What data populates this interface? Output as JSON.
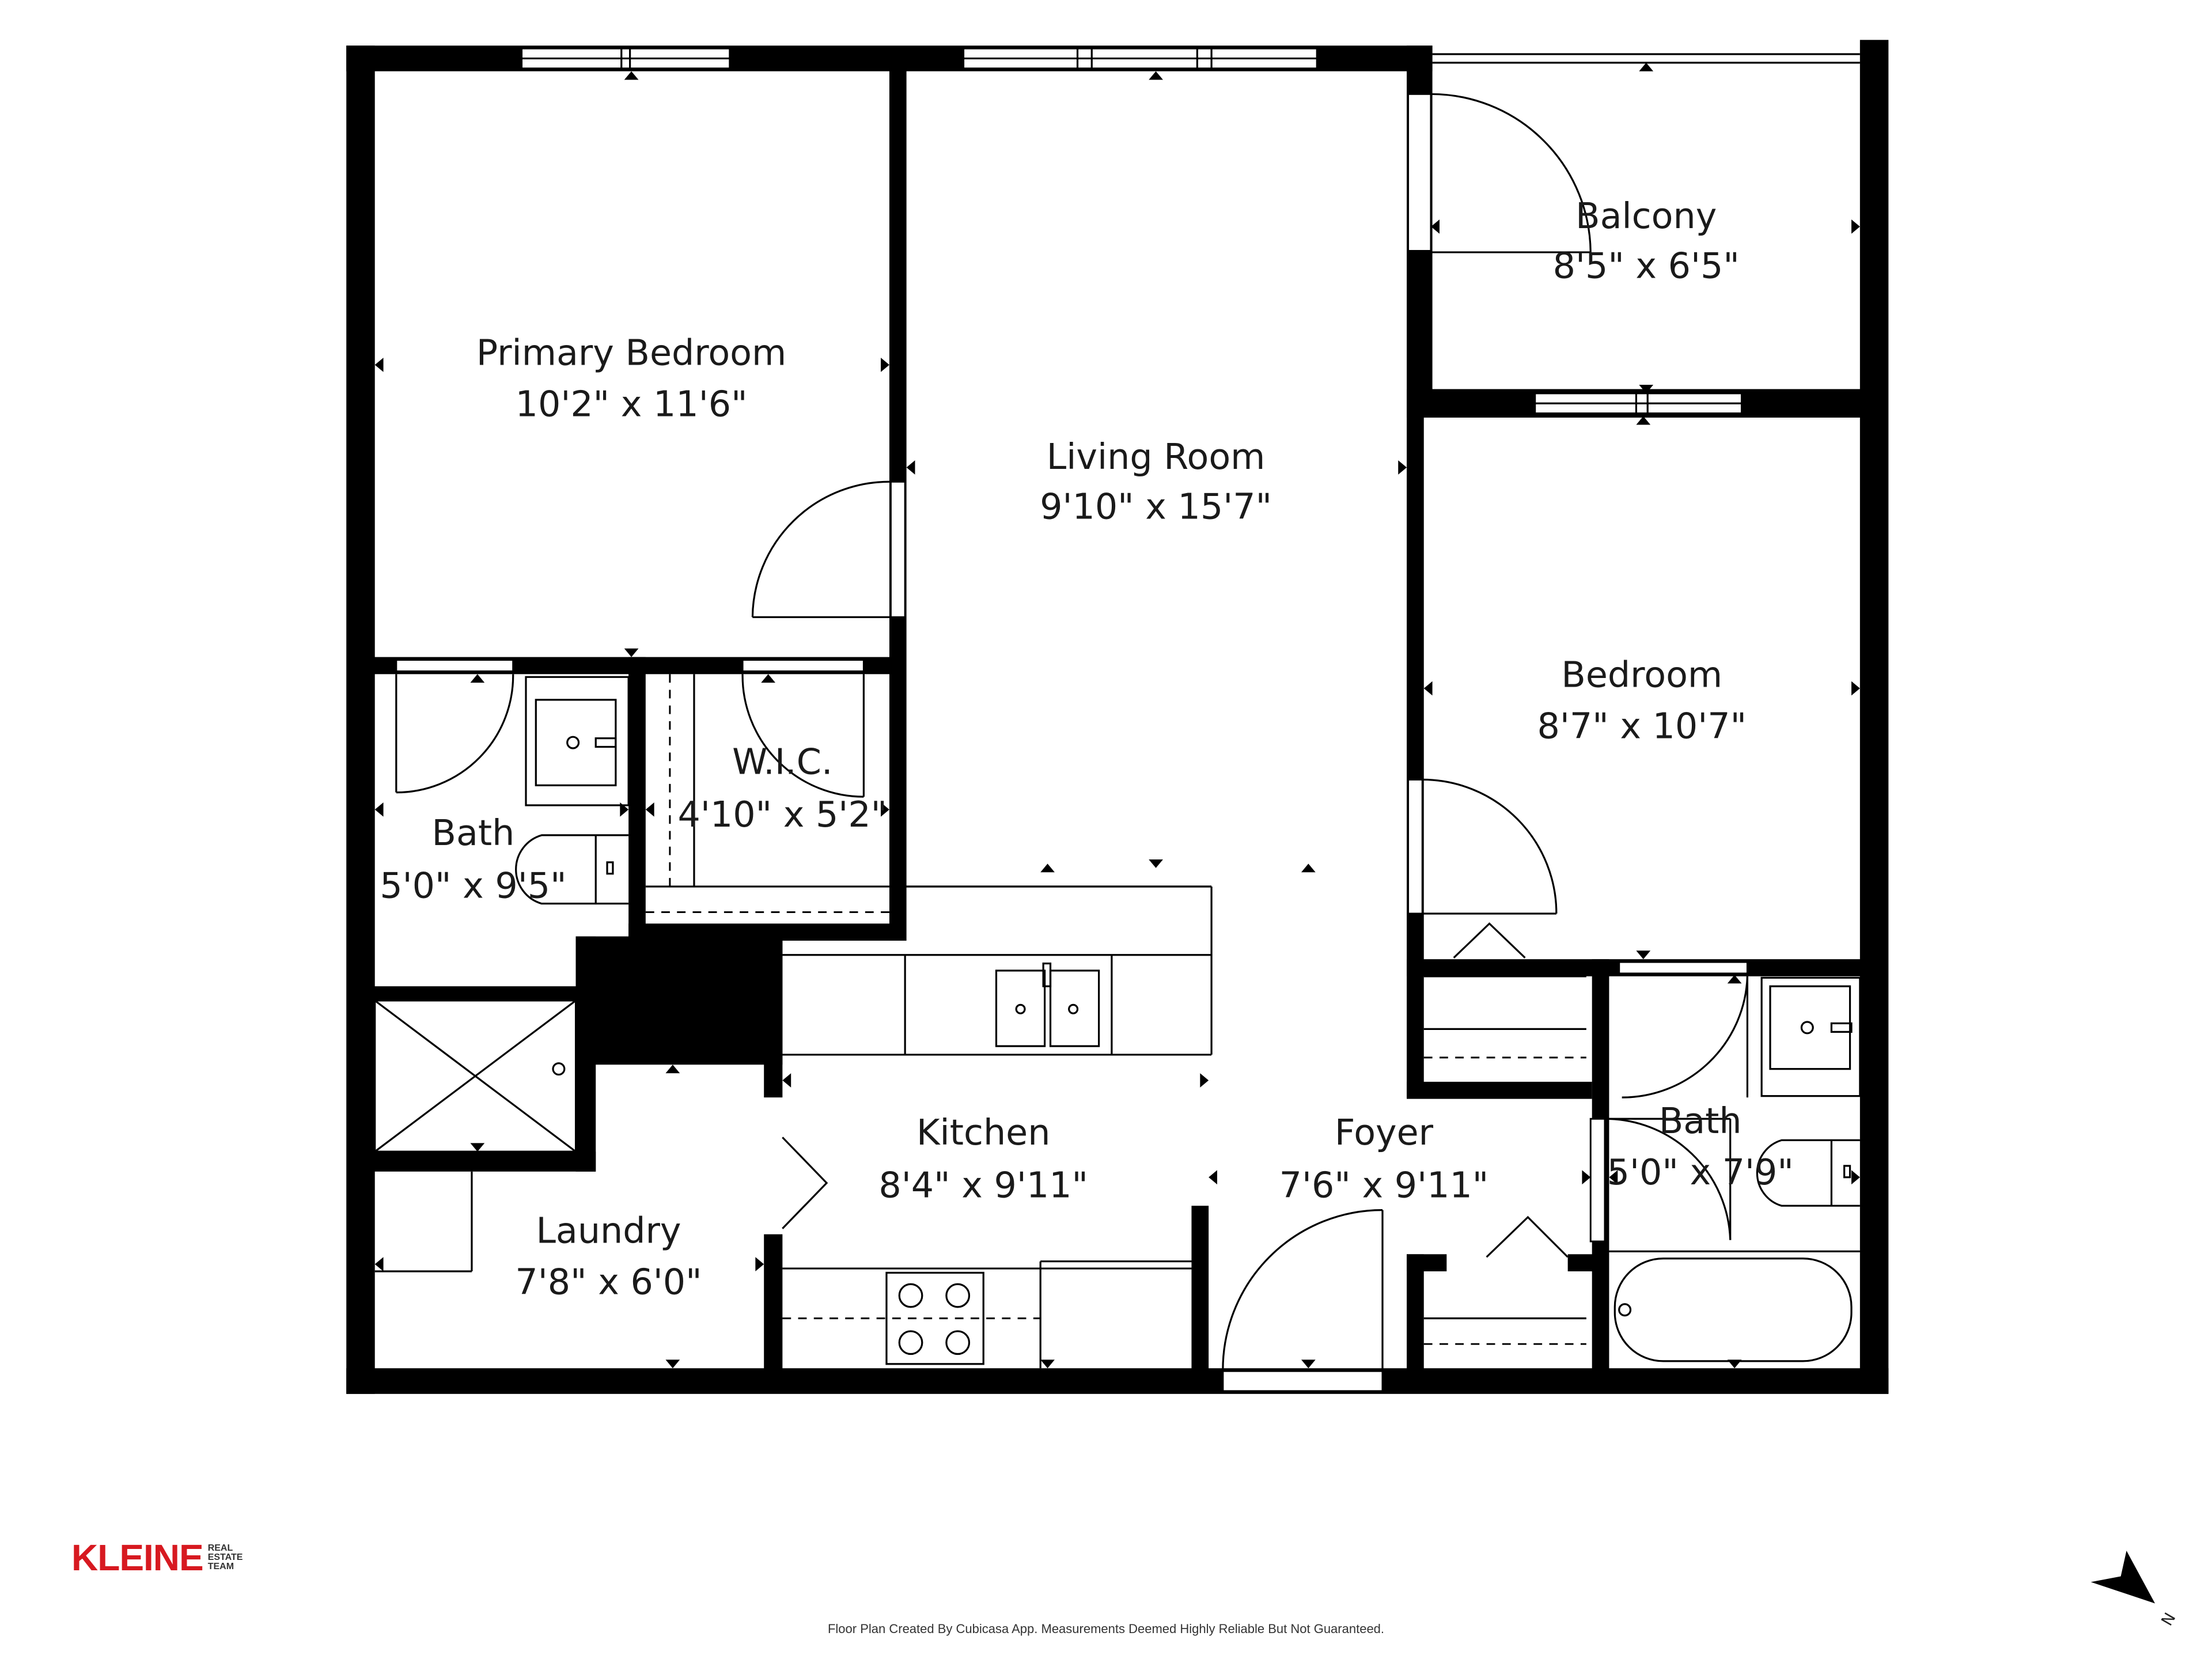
{
  "rooms": {
    "primary_bedroom": {
      "name": "Primary Bedroom",
      "size": "10'2\" x 11'6\""
    },
    "living_room": {
      "name": "Living Room",
      "size": "9'10\" x 15'7\""
    },
    "balcony": {
      "name": "Balcony",
      "size": "8'5\" x 6'5\""
    },
    "bedroom": {
      "name": "Bedroom",
      "size": "8'7\" x 10'7\""
    },
    "bath_1": {
      "name": "Bath",
      "size": "5'0\" x 9'5\""
    },
    "wic": {
      "name": "W.I.C.",
      "size": "4'10\" x 5'2\""
    },
    "kitchen": {
      "name": "Kitchen",
      "size": "8'4\" x 9'11\""
    },
    "foyer": {
      "name": "Foyer",
      "size": "7'6\" x 9'11\""
    },
    "bath_2": {
      "name": "Bath",
      "size": "5'0\" x 7'9\""
    },
    "laundry": {
      "name": "Laundry",
      "size": "7'8\" x 6'0\""
    }
  },
  "branding": {
    "logo_main": "KLEINE",
    "logo_sub_1": "REAL",
    "logo_sub_2": "ESTATE",
    "logo_sub_3": "TEAM",
    "brand_color": "#d71920"
  },
  "footer": {
    "disclaimer": "Floor Plan Created By Cubicasa App. Measurements Deemed Highly Reliable But Not Guaranteed."
  },
  "compass": {
    "label": "N"
  }
}
